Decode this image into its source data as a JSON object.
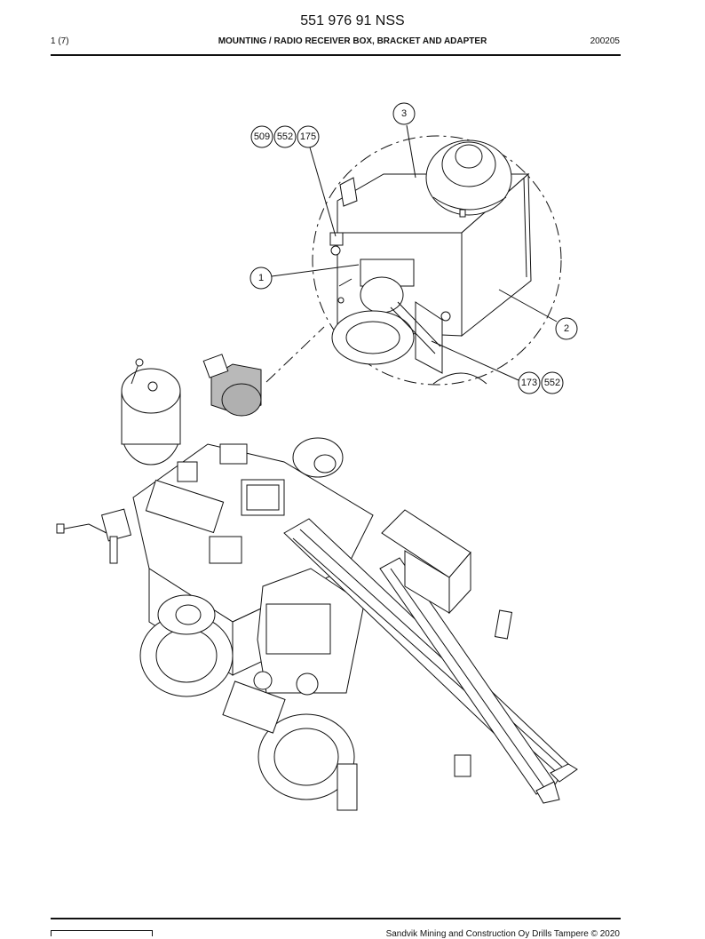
{
  "header": {
    "doc_number": "551 976 91 NSS",
    "page": "1 (7)",
    "title": "MOUNTING / RADIO RECEIVER BOX, BRACKET AND ADAPTER",
    "date": "200205"
  },
  "callouts": {
    "c3": "3",
    "c509": "509",
    "c552a": "552",
    "c175": "175",
    "c1": "1",
    "c2": "2",
    "c173": "173",
    "c552b": "552"
  },
  "footer": {
    "copyright": "Sandvik Mining and Construction Oy Drills Tampere © 2020"
  }
}
